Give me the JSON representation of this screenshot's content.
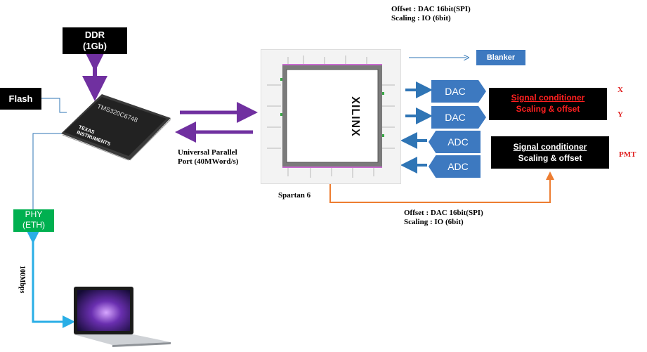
{
  "ddr": {
    "line1": "DDR",
    "line2": "(1Gb)"
  },
  "flash": "Flash",
  "dsp": {
    "part": "TMS320C6748",
    "brand1": "TEXAS",
    "brand2": "INSTRUMENTS"
  },
  "phy": {
    "line1": "PHY",
    "line2": "(ETH)"
  },
  "link_speed": "100Mbps",
  "upp": {
    "line1": "Universal Parallel",
    "line2": "Port (40MWord/s)"
  },
  "fpga": {
    "brand": "XILINX",
    "name": "Spartan 6"
  },
  "blanker": "Blanker",
  "top_note": {
    "line1": "Offset : DAC 16bit(SPI)",
    "line2": "Scaling : IO (6bit)"
  },
  "bottom_note": {
    "line1": "Offset : DAC 16bit(SPI)",
    "line2": "Scaling : IO (6bit)"
  },
  "converters": {
    "dac1": "DAC",
    "dac2": "DAC",
    "adc1": "ADC",
    "adc2": "ADC"
  },
  "sc_xy": {
    "title": "Signal conditioner",
    "sub": "Scaling & offset"
  },
  "sc_pmt": {
    "title": "Signal conditioner",
    "sub": "Scaling & offset"
  },
  "outputs": {
    "x": "X",
    "y": "Y",
    "pmt": "PMT"
  },
  "colors": {
    "purple": "#7030a0",
    "blue": "#2f75b5",
    "cyan": "#29aee6",
    "orange": "#ed7d31",
    "green": "#00b050",
    "red": "#e02020",
    "dacblue": "#3d79c0"
  }
}
